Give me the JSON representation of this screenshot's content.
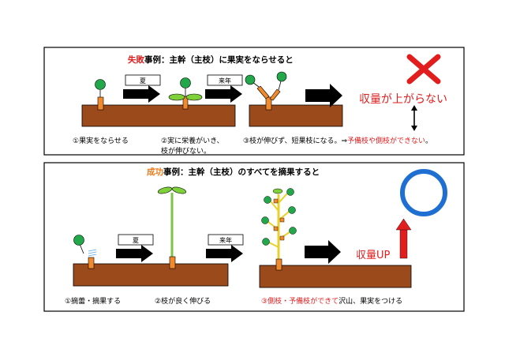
{
  "failure_panel": {
    "title_highlight": "失敗",
    "title_rest": "事例：主幹（主枝）に果実をならせると",
    "arrow_summer_label": "夏",
    "arrow_next_year_label": "来年",
    "result_text": "収量が上がらない",
    "result_symbol": "✕",
    "step1_caption": "①果実をならせる",
    "step2_caption_line1": "②実に栄養がいき、",
    "step2_caption_line2": "枝が伸びない。",
    "step3_caption_black": "③枝が伸びず、短果枝になる。⇒",
    "step3_caption_red": "予備枝や側枝ができない",
    "step3_caption_end": "。"
  },
  "success_panel": {
    "title_highlight": "成功",
    "title_rest": "事例：主幹（主枝）のすべてを摘果すると",
    "arrow_summer_label": "夏",
    "arrow_next_year_label": "来年",
    "result_text": "収量UP",
    "step1_caption": "①摘蕾・摘果する",
    "step2_caption": "②枝が良く伸びる",
    "step3_caption_red": "③側枝・予備枝ができて",
    "step3_caption_black": "沢山、果実をつける"
  },
  "colors": {
    "soil": "#9b4a1c",
    "branch": "#f08a2c",
    "fruit": "#22a84a",
    "leaf": "#7fd13a",
    "stem_green": "#7ec545",
    "stem_yellow": "#e8d12a",
    "accent_red": "#e11d1d",
    "accent_orange": "#ef7b1a",
    "ring_blue": "#1e6fd1"
  }
}
